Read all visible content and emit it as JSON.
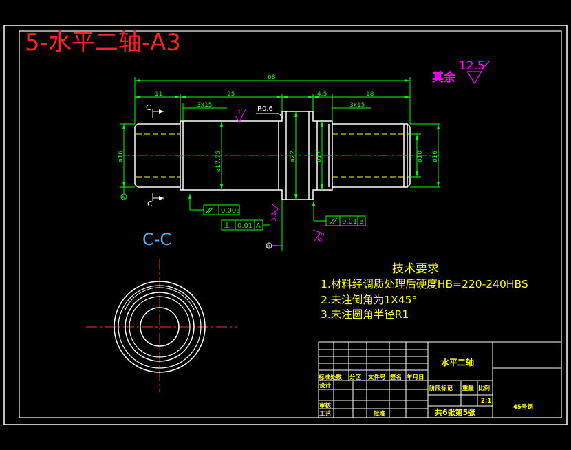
{
  "title": "5-水平二轴-A3",
  "roughness": {
    "label": "其余",
    "value": "12.5"
  },
  "dims": {
    "overall": "68",
    "d11": "11",
    "d25": "25",
    "d45": "4.5",
    "d18": "18",
    "chamfer_left": "3x15",
    "chamfer_right": "3x15",
    "fillet": "R0.6",
    "dia16_left": "ø16",
    "dia17_75": "ø17.75",
    "dia22": "ø22",
    "dia17": "ø17",
    "dia10": "ø10",
    "dia16_right": "ø16",
    "rough_small": "1",
    "rough_32": "3.2",
    "rough_63": "6.3"
  },
  "section_marks": {
    "c_top": "C",
    "c_bottom": "C"
  },
  "tolerances": {
    "cylindricity": "0.003",
    "perp_value": "0.01",
    "perp_datum": "A",
    "runout_value": "0.01",
    "runout_datum": "B"
  },
  "datums": {
    "a": "A",
    "b": "B"
  },
  "section_title": "C-C",
  "tech": {
    "heading": "技术要求",
    "items": [
      "1.材料经调质处理后硬度HB=220-240HBS",
      "2.未注倒角为1X45°",
      "3.未注圆角半径R1"
    ]
  },
  "title_block": {
    "part_name": "水平二轴",
    "row_labels": [
      "标准处数",
      "分区",
      "文件号",
      "签名",
      "年月日"
    ],
    "design": "设计",
    "review": "审核",
    "process": "工艺",
    "approve": "批准",
    "stage_mark": "阶段标记",
    "weight": "重量",
    "scale_label": "比例",
    "scale": "2:1",
    "sheet": "共6张第5张",
    "material": "45号钢"
  },
  "colors": {
    "frame": "#ffffff",
    "title": "#ff2020",
    "dims": "#00ff00",
    "magenta": "#ff00ff",
    "centerline": "#ff3030",
    "section": "#4ab0ff",
    "tech": "#ffff00"
  }
}
